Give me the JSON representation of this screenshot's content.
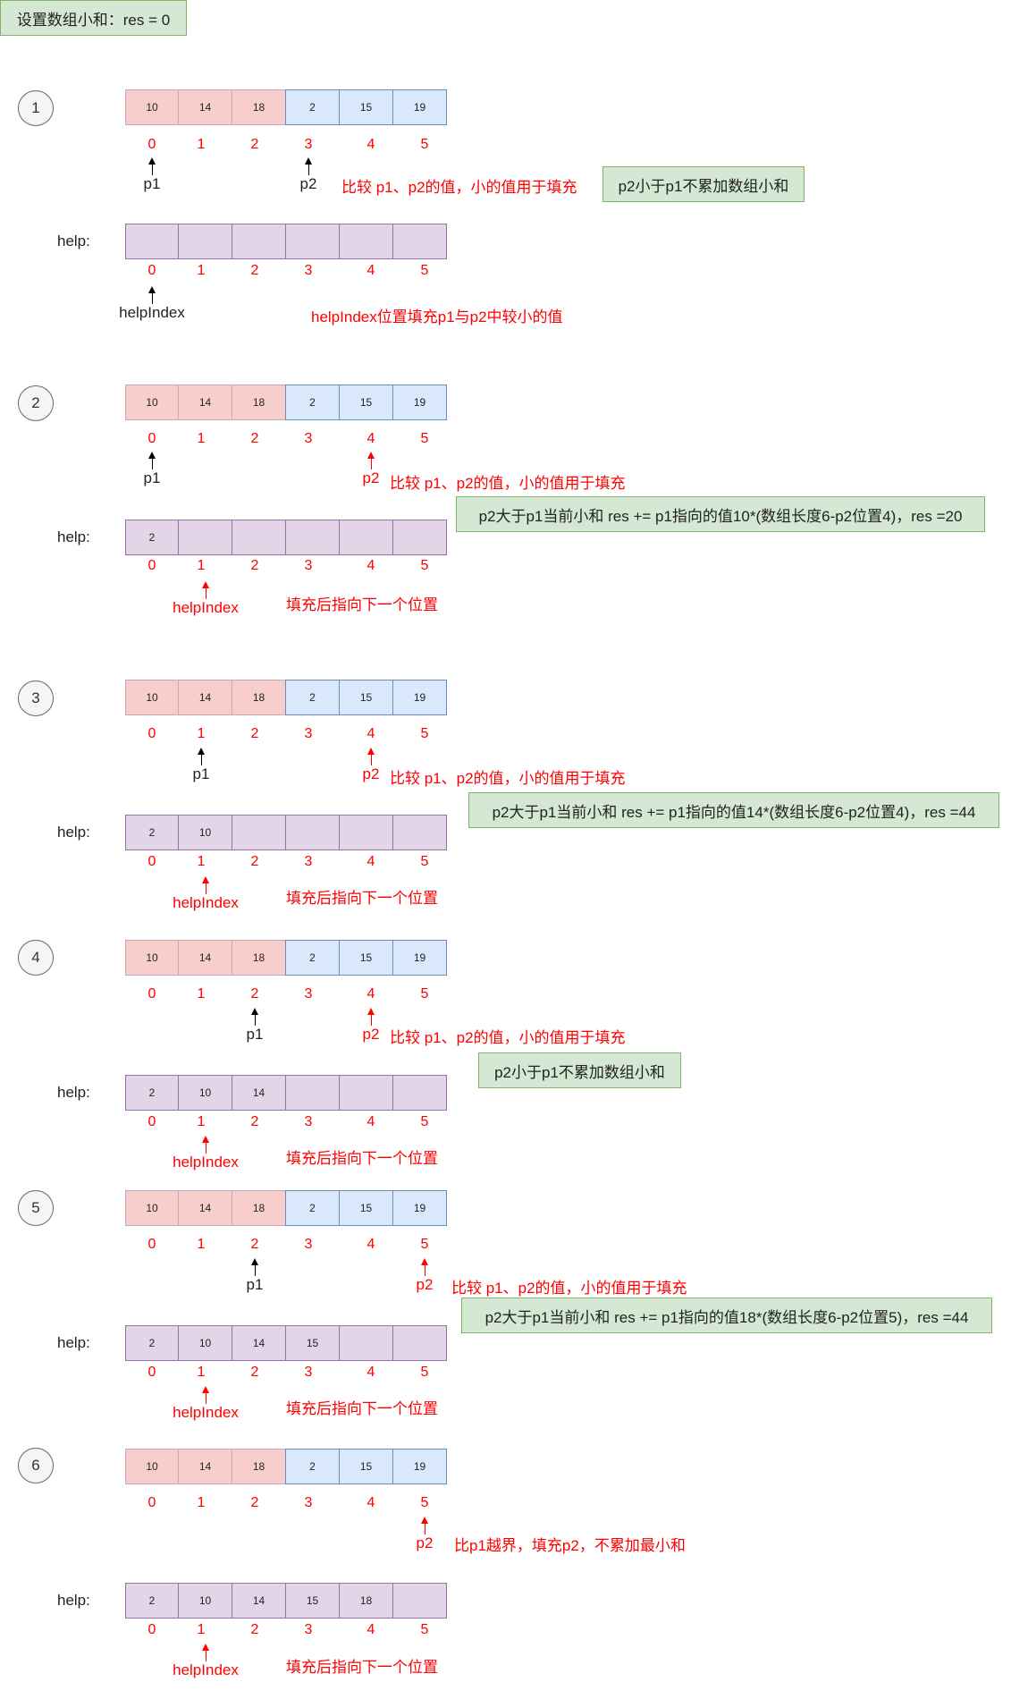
{
  "header": {
    "text": "设置数组小和：res = 0"
  },
  "colors": {
    "left_fill": "#f8cecc",
    "right_fill": "#dae8fc",
    "help_fill": "#e1d5e7",
    "note_fill": "#d5e8d4",
    "red": "#ff0000"
  },
  "help_label": "help:",
  "indices": [
    "0",
    "1",
    "2",
    "3",
    "4",
    "5"
  ],
  "steps": [
    {
      "number": "1",
      "array": [
        "10",
        "14",
        "18",
        "2",
        "15",
        "19"
      ],
      "p1": {
        "label": "p1",
        "index": 0
      },
      "p2": {
        "label": "p2",
        "index": 3
      },
      "compare_text": "比较 p1、p2的值，小的值用于填充",
      "note": "p2小于p1不累加数组小和",
      "help": [
        "",
        "",
        "",
        "",
        "",
        ""
      ],
      "help_index": {
        "label": "helpIndex",
        "index": 0
      },
      "help_text": "helpIndex位置填充p1与p2中较小的值"
    },
    {
      "number": "2",
      "array": [
        "10",
        "14",
        "18",
        "2",
        "15",
        "19"
      ],
      "p1": {
        "label": "p1",
        "index": 0
      },
      "p2": {
        "label": "p2",
        "index": 4
      },
      "compare_text": "比较 p1、p2的值，小的值用于填充",
      "note": "p2大于p1当前小和 res += p1指向的值10*(数组长度6-p2位置4)，res =20",
      "help": [
        "2",
        "",
        "",
        "",
        "",
        ""
      ],
      "help_index": {
        "label": "helpIndex",
        "index": 1
      },
      "help_text": "填充后指向下一个位置"
    },
    {
      "number": "3",
      "array": [
        "10",
        "14",
        "18",
        "2",
        "15",
        "19"
      ],
      "p1": {
        "label": "p1",
        "index": 1
      },
      "p2": {
        "label": "p2",
        "index": 4
      },
      "compare_text": "比较 p1、p2的值，小的值用于填充",
      "note": "p2大于p1当前小和 res += p1指向的值14*(数组长度6-p2位置4)，res =44",
      "help": [
        "2",
        "10",
        "",
        "",
        "",
        ""
      ],
      "help_index": {
        "label": "helpIndex",
        "index": 1
      },
      "help_text": "填充后指向下一个位置"
    },
    {
      "number": "4",
      "array": [
        "10",
        "14",
        "18",
        "2",
        "15",
        "19"
      ],
      "p1": {
        "label": "p1",
        "index": 2
      },
      "p2": {
        "label": "p2",
        "index": 4
      },
      "compare_text": "比较 p1、p2的值，小的值用于填充",
      "note": "p2小于p1不累加数组小和",
      "help": [
        "2",
        "10",
        "14",
        "",
        "",
        ""
      ],
      "help_index": {
        "label": "helpIndex",
        "index": 1
      },
      "help_text": "填充后指向下一个位置"
    },
    {
      "number": "5",
      "array": [
        "10",
        "14",
        "18",
        "2",
        "15",
        "19"
      ],
      "p1": {
        "label": "p1",
        "index": 2
      },
      "p2": {
        "label": "p2",
        "index": 5
      },
      "compare_text": "比较 p1、p2的值，小的值用于填充",
      "note": "p2大于p1当前小和 res += p1指向的值18*(数组长度6-p2位置5)，res =44",
      "help": [
        "2",
        "10",
        "14",
        "15",
        "",
        ""
      ],
      "help_index": {
        "label": "helpIndex",
        "index": 1
      },
      "help_text": "填充后指向下一个位置"
    },
    {
      "number": "6",
      "array": [
        "10",
        "14",
        "18",
        "2",
        "15",
        "19"
      ],
      "p2": {
        "label": "p2",
        "index": 5
      },
      "compare_text": "比p1越界，填充p2，不累加最小和",
      "help": [
        "2",
        "10",
        "14",
        "15",
        "18",
        ""
      ],
      "help_index": {
        "label": "helpIndex",
        "index": 1
      },
      "help_text": "填充后指向下一个位置"
    }
  ]
}
